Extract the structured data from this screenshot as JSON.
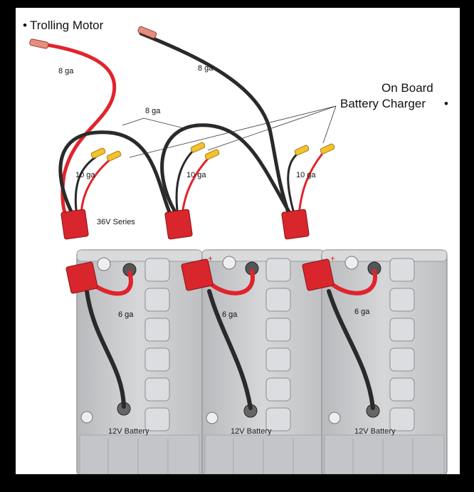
{
  "labels": {
    "trolling_motor": "Trolling Motor",
    "charger_line1": "On Board",
    "charger_line2": "Battery Charger",
    "bullet": "•",
    "gauge_8_red": "8 ga",
    "gauge_8_black": "8 ga",
    "gauge_8_jumper": "8 ga",
    "gauge_10_a": "10 ga",
    "gauge_10_b": "10 ga",
    "gauge_10_c": "10 ga",
    "series": "36V Series",
    "gauge_6_a": "6 ga",
    "gauge_6_b": "6 ga",
    "gauge_6_c": "6 ga",
    "battery_a": "12V Battery",
    "battery_b": "12V Battery",
    "battery_c": "12V Battery"
  },
  "colors": {
    "red_wire": "#e0242c",
    "black_wire": "#2a2a2a",
    "connector": "#d8262c",
    "battery_case": "#c9cacc",
    "terminal_yellow": "#f2c230"
  }
}
